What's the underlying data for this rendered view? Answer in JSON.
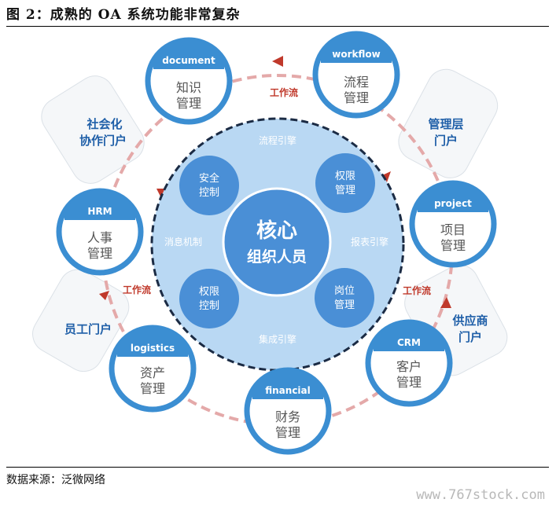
{
  "header": {
    "title": "图 2：成熟的 OA 系统功能非常复杂"
  },
  "footer": {
    "source": "数据来源：泛微网络",
    "watermark": "www.767stock.com"
  },
  "diagram": {
    "core": {
      "line1": "核心",
      "line2": "组织人员"
    },
    "engines": {
      "top": "流程引擎",
      "right": "报表引擎",
      "bottom": "集成引擎",
      "left": "消息机制"
    },
    "inner_nodes": [
      {
        "id": "security",
        "line1": "安全",
        "line2": "控制"
      },
      {
        "id": "permission-top",
        "line1": "权限",
        "line2": "管理"
      },
      {
        "id": "permission-bottom",
        "line1": "权限",
        "line2": "控制"
      },
      {
        "id": "position",
        "line1": "岗位",
        "line2": "管理"
      }
    ],
    "modules": [
      {
        "id": "document",
        "label": "document",
        "line1": "知识",
        "line2": "管理"
      },
      {
        "id": "workflow",
        "label": "workflow",
        "line1": "流程",
        "line2": "管理"
      },
      {
        "id": "project",
        "label": "project",
        "line1": "项目",
        "line2": "管理"
      },
      {
        "id": "crm",
        "label": "CRM",
        "line1": "客户",
        "line2": "管理"
      },
      {
        "id": "financial",
        "label": "financial",
        "line1": "财务",
        "line2": "管理"
      },
      {
        "id": "logistics",
        "label": "logistics",
        "line1": "资产",
        "line2": "管理"
      },
      {
        "id": "hrm",
        "label": "HRM",
        "line1": "人事",
        "line2": "管理"
      }
    ],
    "portals": [
      {
        "id": "social",
        "line1": "社会化",
        "line2": "协作门户"
      },
      {
        "id": "management",
        "line1": "管理层",
        "line2": "门户"
      },
      {
        "id": "supplier",
        "line1": "供应商",
        "line2": "门户"
      },
      {
        "id": "employee",
        "line1": "员工门户",
        "line2": ""
      }
    ],
    "workflow_labels": [
      "工作流",
      "工作流",
      "工作流"
    ],
    "colors": {
      "module_blue": "#3b8ed2",
      "core_circle": "#b9d8f3",
      "inner_node": "#4a8fd6",
      "portal_text": "#1f5fa8",
      "workflow_text": "#c0392b",
      "dashed_ring": "#e4a9a9"
    }
  }
}
